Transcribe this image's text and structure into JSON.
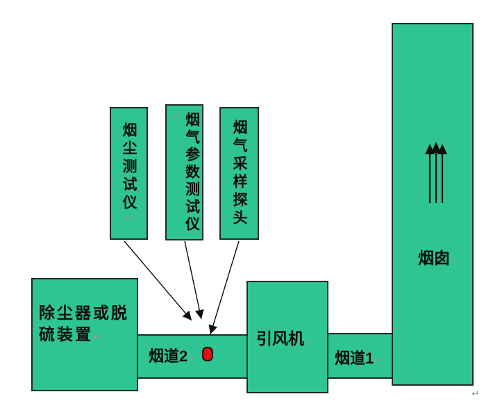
{
  "colors": {
    "background": "#FFFFFF",
    "box_fill": "#2EC592",
    "box_border": "#1F2B26",
    "arrow": "#0D0D0D",
    "dot_fill": "#E01111",
    "mark": "#9A9A9A"
  },
  "instruments": {
    "dust_tester": {
      "label": "烟尘测试仪",
      "mark": "↵"
    },
    "gas_param_tester": {
      "label": "烟气参数测试仪",
      "mark": "↵"
    },
    "gas_sampling_probe": {
      "label": "烟气采样探头",
      "mark": ""
    }
  },
  "plant": {
    "dust_collector": {
      "label": "除尘器或脱硫装置",
      "mark": "↵"
    },
    "duct2": {
      "label": "烟道2",
      "mark": "↵"
    },
    "fan": {
      "label": "引风机",
      "mark": "↵"
    },
    "duct1": {
      "label": "烟道1",
      "mark": "↵"
    },
    "chimney": {
      "label": "烟囱",
      "mark": "↵"
    }
  },
  "page_mark": "↵"
}
